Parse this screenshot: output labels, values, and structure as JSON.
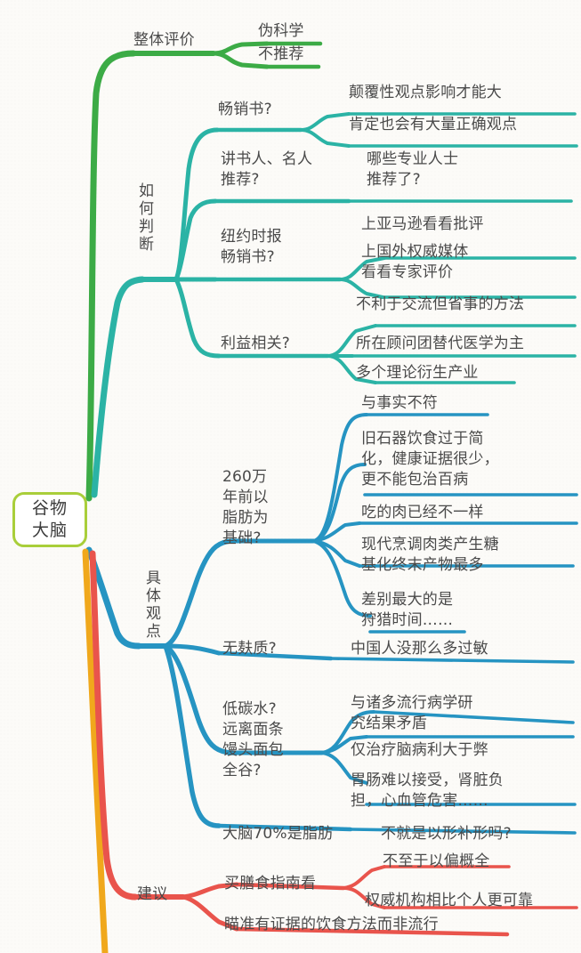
{
  "title": "谷物大脑 思维导图",
  "colors": {
    "center_border": "#a9ce3a",
    "green": "#3cab46",
    "teal": "#2bb3a5",
    "blue": "#2694c2",
    "red": "#e9544c",
    "orange": "#f0a81c",
    "text": "#4a4a4a",
    "background": "#fcfbf8"
  },
  "center": {
    "line1": "谷物",
    "line2": "大脑"
  },
  "branches": [
    {
      "id": "overall",
      "label": "整体评价",
      "color": "#3cab46",
      "children": [
        {
          "label": "伪科学"
        },
        {
          "label": "不推荐"
        }
      ]
    },
    {
      "id": "how-to-judge",
      "label": "如何判断",
      "label_vertical": true,
      "color": "#2bb3a5",
      "children": [
        {
          "label": "畅销书?",
          "children": [
            {
              "label": "颠覆性观点影响才能大"
            },
            {
              "label": "肯定也会有大量正确观点"
            }
          ]
        },
        {
          "label": "讲书人、名人\n推荐?",
          "children": [
            {
              "label": "哪些专业人士\n推荐了?"
            }
          ]
        },
        {
          "label": "纽约时报\n畅销书?",
          "children": [
            {
              "label": "上亚马逊看看批评"
            },
            {
              "label": "上国外权威媒体\n看看专家评价"
            }
          ]
        },
        {
          "label": "利益相关?",
          "children": [
            {
              "label": "不利于交流但省事的方法"
            },
            {
              "label": "所在顾问团替代医学为主"
            },
            {
              "label": "多个理论衍生产业"
            }
          ]
        }
      ]
    },
    {
      "id": "specific-views",
      "label": "具体观点",
      "label_vertical": true,
      "color": "#2694c2",
      "children": [
        {
          "label": "260万\n年前以\n脂肪为\n基础?",
          "children": [
            {
              "label": "与事实不符"
            },
            {
              "label": "旧石器饮食过于简\n化，健康证据很少，\n更不能包治百病"
            },
            {
              "label": "吃的肉已经不一样"
            },
            {
              "label": "现代烹调肉类产生糖\n基化终末产物最多"
            },
            {
              "label": "差别最大的是\n狩猎时间……"
            }
          ]
        },
        {
          "label": "无麸质?",
          "children": [
            {
              "label": "中国人没那么多过敏"
            }
          ]
        },
        {
          "label": "低碳水?\n远离面条\n馒头面包\n全谷?",
          "children": [
            {
              "label": "与诸多流行病学研\n究结果矛盾"
            },
            {
              "label": "仅治疗脑病利大于弊"
            },
            {
              "label": "胃肠难以接受，肾脏负\n担，心血管危害……"
            }
          ]
        },
        {
          "label": "大脑70%是脂肪",
          "children": [
            {
              "label": "不就是以形补形吗?"
            }
          ]
        }
      ]
    },
    {
      "id": "advice",
      "label": "建议",
      "color": "#e9544c",
      "children": [
        {
          "label": "买膳食指南看",
          "children": [
            {
              "label": "不至于以偏概全"
            },
            {
              "label": "权威机构相比个人更可靠"
            }
          ]
        },
        {
          "label": "瞄准有证据的饮食方法而非流行",
          "children": []
        }
      ]
    }
  ]
}
